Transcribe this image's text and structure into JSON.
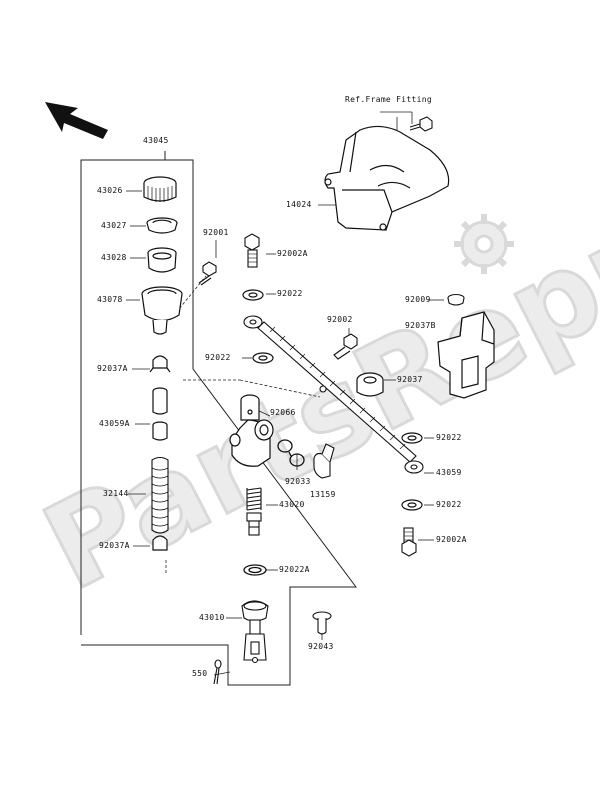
{
  "watermark": {
    "text": "PartsRepublik"
  },
  "reference_note": "Ref.Frame Fitting",
  "part_labels": {
    "p43045": "43045",
    "p43026": "43026",
    "p43027": "43027",
    "p43028": "43028",
    "p43078": "43078",
    "p92037A_top": "92037A",
    "p43059A": "43059A",
    "p32144": "32144",
    "p92037A_bot": "92037A",
    "p92001": "92001",
    "p92002A_top": "92002A",
    "p92022_a": "92022",
    "p92002": "92002",
    "p92022_b": "92022",
    "p92037": "92037",
    "p92066": "92066",
    "p92033": "92033",
    "p13159": "13159",
    "p43020": "43020",
    "p92022A": "92022A",
    "p14024": "14024",
    "p92009": "92009",
    "p92037B": "92037B",
    "p92022_c": "92022",
    "p43059": "43059",
    "p92022_d": "92022",
    "p92002A_bot": "92002A",
    "p43010": "43010",
    "p92043": "92043",
    "p550": "550"
  },
  "icons": [
    "direction-arrow-icon",
    "gear-icon"
  ]
}
